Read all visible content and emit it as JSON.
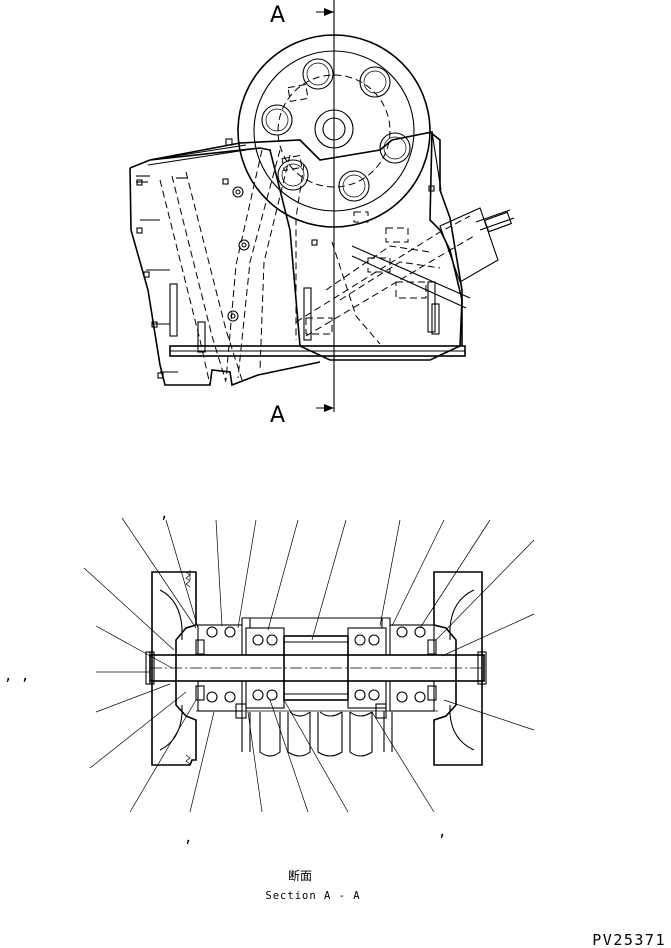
{
  "section_markers": {
    "top": "A",
    "bottom": "A"
  },
  "caption": {
    "jp": "断面",
    "en": "Section A - A"
  },
  "drawing_code": "PV25371",
  "callout_marks": {
    "top_tick": ",",
    "left_commas": ", ,",
    "bottom_left": ",",
    "bottom_right": ","
  }
}
